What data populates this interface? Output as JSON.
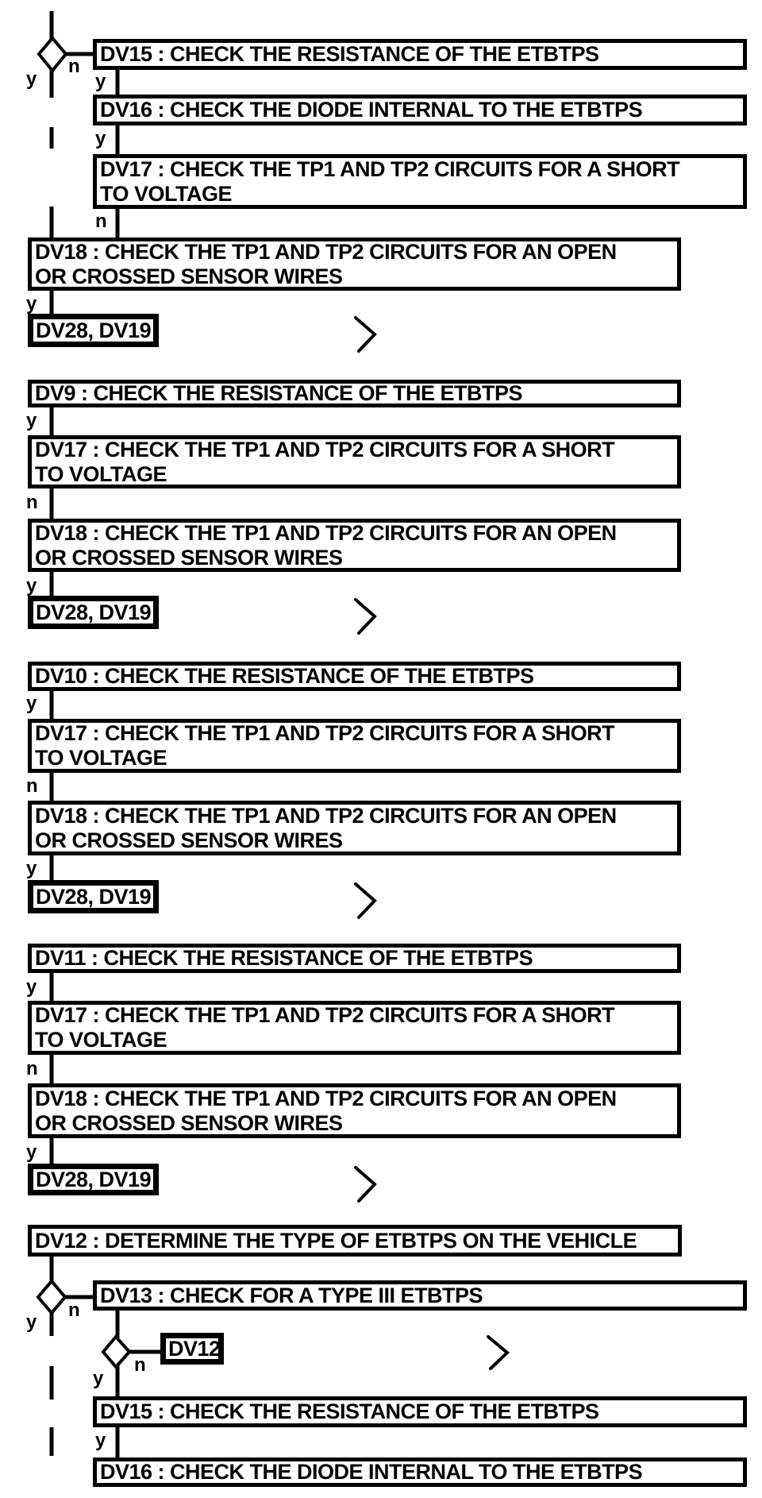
{
  "branch_labels": {
    "yes": "y",
    "no": "n"
  },
  "nodes": {
    "dv15": "DV15 : CHECK THE RESISTANCE OF THE ETBTPS",
    "dv16": "DV16 : CHECK THE DIODE INTERNAL TO THE ETBTPS",
    "dv17_l1": "DV17 : CHECK THE TP1 AND TP2 CIRCUITS FOR A SHORT",
    "dv17_l2": "TO VOLTAGE",
    "dv18_l1": "DV18 : CHECK THE TP1 AND TP2 CIRCUITS FOR AN OPEN",
    "dv18_l2": "OR CROSSED SENSOR WIRES",
    "dv28": "DV28, DV19",
    "dv9": "DV9 : CHECK THE RESISTANCE OF THE ETBTPS",
    "dv10": "DV10 : CHECK THE RESISTANCE OF THE ETBTPS",
    "dv11": "DV11 : CHECK THE RESISTANCE OF THE ETBTPS",
    "dv12": "DV12 : DETERMINE THE TYPE OF ETBTPS ON THE VEHICLE",
    "dv13": "DV13 : CHECK FOR A TYPE III ETBTPS",
    "dv12_ref": "DV12"
  },
  "colors": {
    "ink": "#000000",
    "paper": "#ffffff"
  }
}
